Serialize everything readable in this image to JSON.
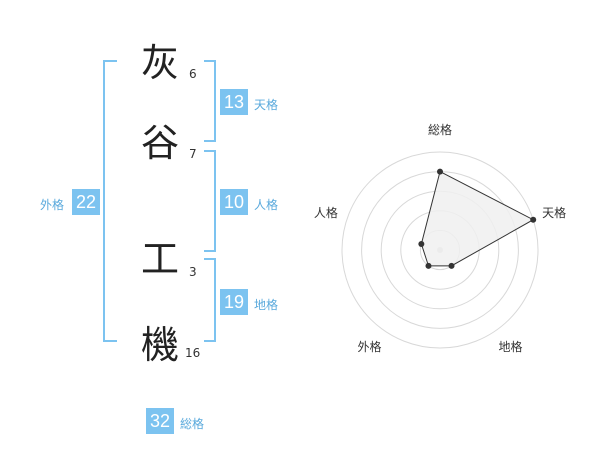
{
  "name": {
    "chars": [
      {
        "char": "灰",
        "strokes": "6"
      },
      {
        "char": "谷",
        "strokes": "7"
      },
      {
        "char": "工",
        "strokes": "3"
      },
      {
        "char": "機",
        "strokes": "16"
      }
    ]
  },
  "kaku": {
    "ten": {
      "value": "13",
      "label": "天格"
    },
    "jin": {
      "value": "10",
      "label": "人格"
    },
    "chi": {
      "value": "19",
      "label": "地格"
    },
    "gai": {
      "value": "22",
      "label": "外格"
    },
    "sou": {
      "value": "32",
      "label": "総格"
    }
  },
  "colors": {
    "accent": "#7cc3f0",
    "radar_fill": "#f0f0f0",
    "radar_line": "#333333"
  },
  "chart_data": {
    "type": "radar",
    "axes": [
      "総格",
      "天格",
      "地格",
      "外格",
      "人格"
    ],
    "values": [
      4,
      5,
      1,
      1,
      1
    ],
    "max": 5,
    "rings": 5
  }
}
